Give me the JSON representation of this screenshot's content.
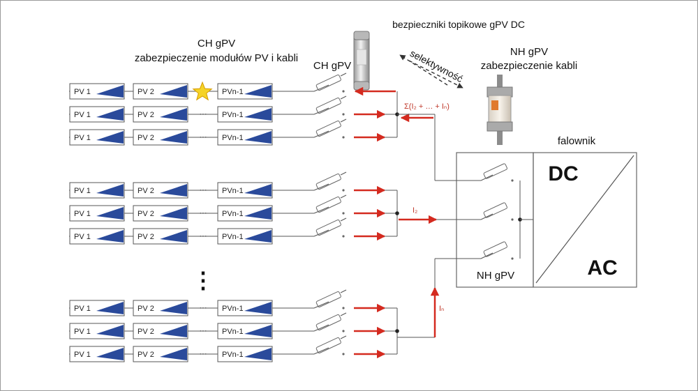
{
  "labels": {
    "fuse_caption": "bezpieczniki topikowe gPV DC",
    "ch_title_1": "CH gPV",
    "ch_title_2": "zabezpieczenie modułów PV i kabli",
    "ch_fuse_label": "CH gPV",
    "nh_title_1": "NH gPV",
    "nh_title_2": "zabezpieczenie kabli",
    "selectivity": "selektywność",
    "inverter": "falownik",
    "dc": "DC",
    "ac": "AC",
    "nh_inverter_label": "NH gPV",
    "sum_current": "Σ(I₂ + … + Iₙ)",
    "i2": "I₂",
    "in": "Iₙ",
    "vdots": "⋮"
  },
  "modules": {
    "pv1": "PV 1",
    "pv2": "PV 2",
    "pvn1": "PVn-1",
    "dots": "···"
  },
  "colors": {
    "arrow": "#d42a1f",
    "triangle": "#2a4a9b",
    "line": "#555555",
    "star": "#f5d327"
  },
  "fault_indicator": "star-burst"
}
